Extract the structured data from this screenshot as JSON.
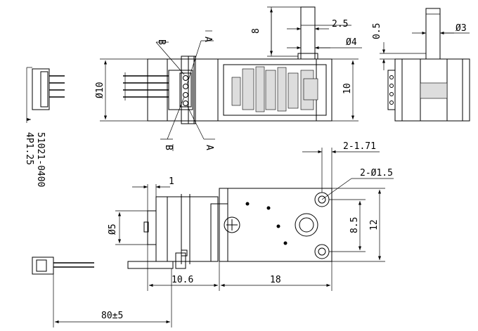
{
  "labels": {
    "shaft_len": "8",
    "shaft_flat": "2.5",
    "shaft_dia": "Ø4",
    "side_gap": "0.5",
    "side_shaft_dia": "Ø3",
    "motor_dia": "Ø10",
    "body_height": "10",
    "pin_b": "B",
    "pin_a_bar": "A",
    "pin_b_bar": "B",
    "pin_a": "A",
    "connector_part": "51021-0400",
    "connector_pitch": "4P1.25",
    "hole_offset": "2-1.71",
    "hole_dia": "2-Ø1.5",
    "flange_thk": "1",
    "motor_dia2": "Ø5",
    "hole_pitch": "8.5",
    "plate_height": "12",
    "motor_len": "10.6",
    "gearbox_len": "18",
    "cable_len": "80±5"
  }
}
